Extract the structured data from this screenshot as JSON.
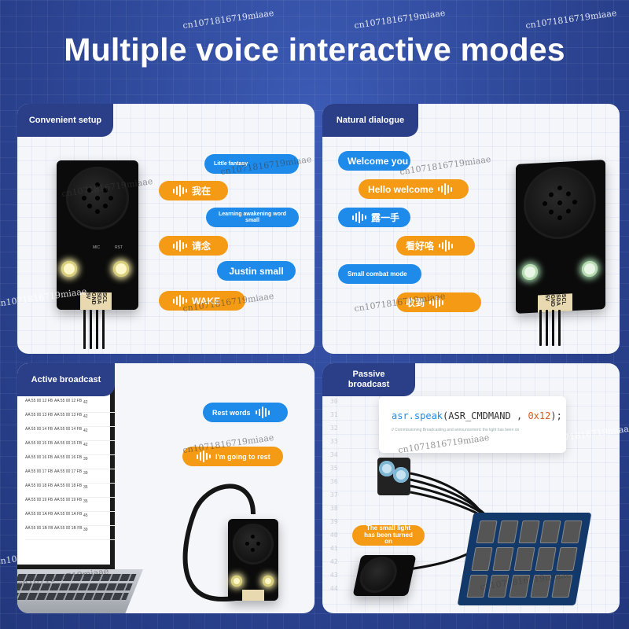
{
  "headline": "Multiple voice interactive modes",
  "watermark": "cn1071816719miaae",
  "panels": {
    "convenient": {
      "title": "Convenient setup",
      "bubbles": [
        {
          "text": "Little fantasy",
          "color": "blue"
        },
        {
          "text": "我在",
          "color": "orange"
        },
        {
          "text": "Learning awakening word small",
          "color": "blue"
        },
        {
          "text": "请念",
          "color": "orange"
        },
        {
          "text": "Justin small",
          "color": "blue"
        },
        {
          "text": "WAKE",
          "color": "orange"
        }
      ],
      "module_labels": {
        "mic": "MIC",
        "rst": "RST",
        "pins": "SCL SDA GND 5V"
      }
    },
    "natural": {
      "title": "Natural dialogue",
      "bubbles": [
        {
          "text": "Welcome you",
          "color": "blue"
        },
        {
          "text": "Hello welcome",
          "color": "orange"
        },
        {
          "text": "露一手",
          "color": "blue"
        },
        {
          "text": "看好咯",
          "color": "orange"
        },
        {
          "text": "Small combat mode",
          "color": "blue"
        },
        {
          "text": "收到",
          "color": "orange"
        }
      ],
      "module_labels": {
        "pins": "SCL SDA GND 5V"
      }
    },
    "active": {
      "title": "Active broadcast",
      "bubbles": [
        {
          "text": "Rest words",
          "color": "blue"
        },
        {
          "text": "I'm going to rest",
          "color": "orange"
        }
      ],
      "hex_rows": [
        {
          "a": "AA 55 00 12 FB",
          "b": "AA 55 00 12 FB",
          "n": "42"
        },
        {
          "a": "AA 55 00 13 FB",
          "b": "AA 55 00 13 FB",
          "n": "42"
        },
        {
          "a": "AA 55 00 14 FB",
          "b": "AA 55 00 14 FB",
          "n": "42"
        },
        {
          "a": "AA 55 00 15 FB",
          "b": "AA 55 00 15 FB",
          "n": "42"
        },
        {
          "a": "AA 55 00 16 FB",
          "b": "AA 55 00 16 FB",
          "n": "39"
        },
        {
          "a": "AA 55 00 17 FB",
          "b": "AA 55 00 17 FB",
          "n": "39"
        },
        {
          "a": "AA 55 00 18 FB",
          "b": "AA 55 00 18 FB",
          "n": "35"
        },
        {
          "a": "AA 55 00 19 FB",
          "b": "AA 55 00 19 FB",
          "n": "35"
        },
        {
          "a": "AA 55 00 1A FB",
          "b": "AA 55 00 1A FB",
          "n": "45"
        },
        {
          "a": "AA 55 00 1B FB",
          "b": "AA 55 00 1B FB",
          "n": "39"
        }
      ]
    },
    "passive": {
      "title": "Passive broadcast",
      "code": {
        "fn": "asr.speak",
        "arg1": "ASR_CMDMAND",
        "arg2": "0x12"
      },
      "code_comment": "// Commissioning Broadcasting and announcement: the light has been on",
      "bubble": {
        "text": "The small light has been turned on",
        "color": "orange"
      }
    }
  },
  "colors": {
    "blue": "#1e8bea",
    "orange": "#f49a14",
    "tab": "#2b3f88"
  }
}
